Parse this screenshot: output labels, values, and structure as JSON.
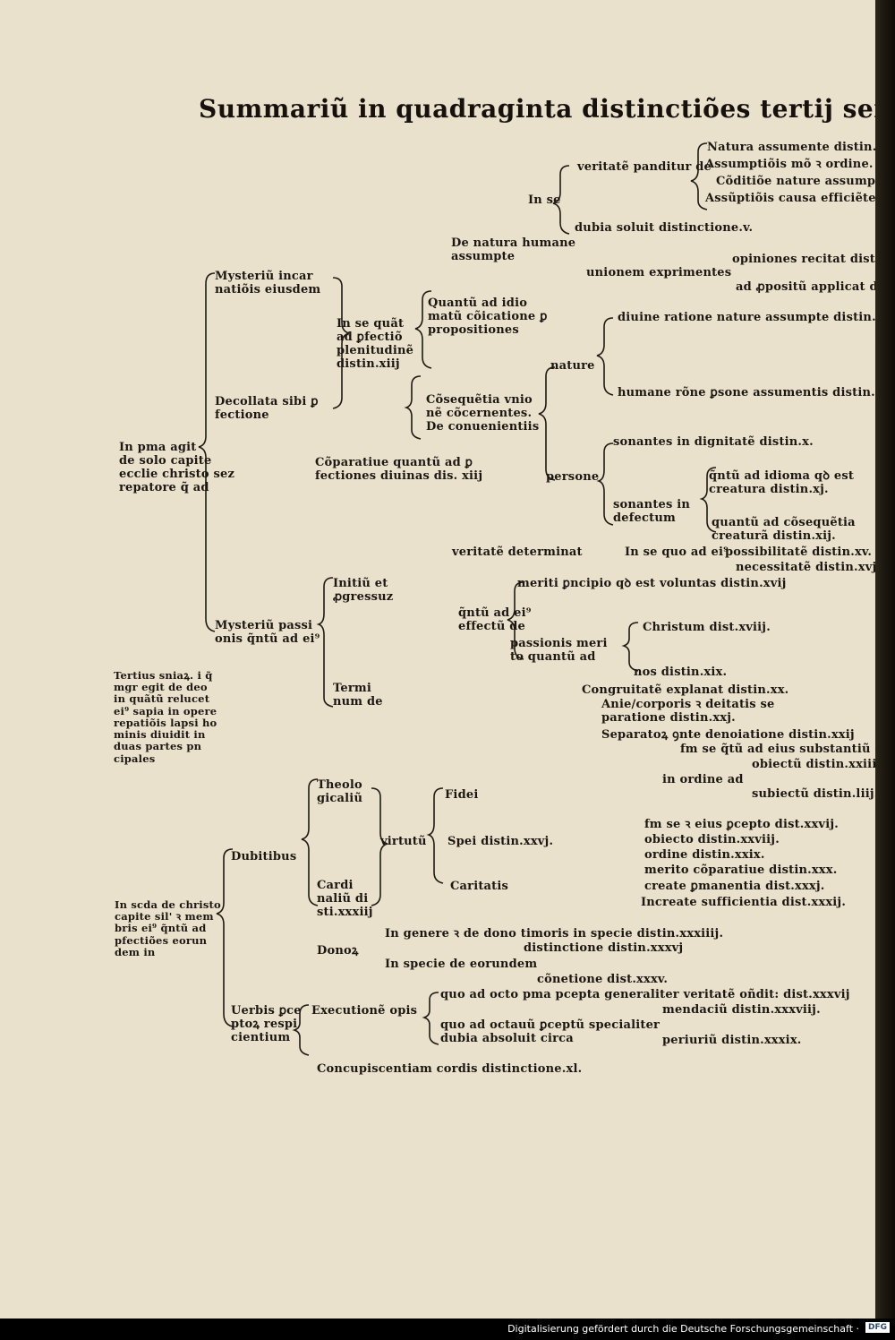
{
  "title": "Summariũ in quadraginta distinctiões tertij sentẽtiaꝝ",
  "footer": {
    "text": "Digitalisierung gefördert durch die Deutsche Forschungsgemeinschaft ·",
    "logo": "DFG"
  },
  "entries": [
    "Natura assumente distin.j.",
    "Assumptiõis mõ ꝛ ordine. dis",
    "Cõditiõe nature assumpte di.",
    "Assũptiõis causa efficiẽte di. iij",
    "veritatẽ panditur de",
    "In se",
    "dubia soluit distinctione.v.",
    "De natura humane assumpte",
    "opiniones recitat distin.vj",
    "unionem exprimentes",
    "ad ꝓpositũ applicat dist.vij",
    "Mysteriũ incar\nnatiõis eiusdem",
    "In se quãt\nad ꝑfectiõ\nplenitudinẽ\ndistin.xiij",
    "Quantũ ad idio\nmatũ cõicatione ꝑ\npropositiones",
    "diuine ratione nature assumpte distin.viij",
    "nature",
    "humane rõne ꝑsone assumentis distin.ix.",
    "Decollata sibi ꝑ\nfectione",
    "Cõsequẽtia vnio\nnẽ cõcernentes.\nDe conuenientiis",
    "sonantes in dignitatẽ distin.x.",
    "In pma agit\nde solo capite\necclie christo sez\nrepatore q̃ ad",
    "Cõparatiue quantũ ad ꝑ\nfectiones diuinas dis. xiij",
    "persone",
    "q̃ntũ ad idioma qꝺ est\ncreatura distin.xj.",
    "sonantes in\ndefectum",
    "quantũ ad cõsequẽtia\ncreaturã distin.xij.",
    "veritatẽ determinat",
    "In se quo ad ei⁹",
    "possibilitatẽ distin.xv.",
    "necessitatẽ distin.xvj.",
    "Initiũ et\nꝓgressuz",
    "meriti ꝑncipio qꝺ est voluntas distin.xvij",
    "q̃ntũ ad ei⁹\neffectũ de",
    "Mysteriũ passi\nonis q̃ntũ ad ei⁹",
    "passionis meri\nto quantũ ad",
    "Christum dist.xviij.",
    "nos distin.xix.",
    "Tertius sniaꝝ. i q̃\nmgr egit de deo\nin quãtũ relucet\nei⁹ sapia in opere\nrepatiõis lapsi ho\nminis diuidit in\nduas partes pn\ncipales",
    "Termi\nnum de",
    "Congruitatẽ explanat distin.xx.",
    "Anie/corporis ꝛ deitatis se\nparatione distin.xxj.",
    "Separatoꝝ ꝯnte denoiatione distin.xxij",
    "fm se q̃tũ ad eius substantiũ dist.xxiij",
    "obiectũ distin.xxiiij",
    "in ordine ad",
    "subiectũ distin.liij.",
    "Theolo\ngicaliũ",
    "Fidei",
    "fm se ꝛ eius ꝑcepto dist.xxvij.",
    "obiecto distin.xxviij.",
    "virtutũ",
    "Spei distin.xxvj.",
    "ordine distin.xxix.",
    "Dubitibus",
    "merito cõparatiue distin.xxx.",
    "Caritatis",
    "create ꝑmanentia dist.xxxj.",
    "Cardi\nnaliũ di\nsti.xxxiij",
    "Increate sufficientia dist.xxxij.",
    "In scda de christo\ncapite sil' ꝛ mem\nbris ei⁹ q̃ntũ ad\npfectiões eorun\ndem in",
    "Donoꝝ",
    "In genere ꝛ de dono timoris in specie distin.xxxiiij.",
    "distinctione distin.xxxvj",
    "In specie de eorundem",
    "cõnetione dist.xxxv.",
    "Uerbis ꝑce\nptoꝝ respi\ncientium",
    "Executionẽ opis",
    "quo ad octo pma pcepta generaliter veritatẽ oñdit: dist.xxxvij",
    "mendaciũ distin.xxxviij.",
    "quo ad octauũ ꝑceptũ specialiter\ndubia absoluit circa",
    "periuriũ distin.xxxix.",
    "Concupiscentiam cordis distinctione.xl."
  ]
}
